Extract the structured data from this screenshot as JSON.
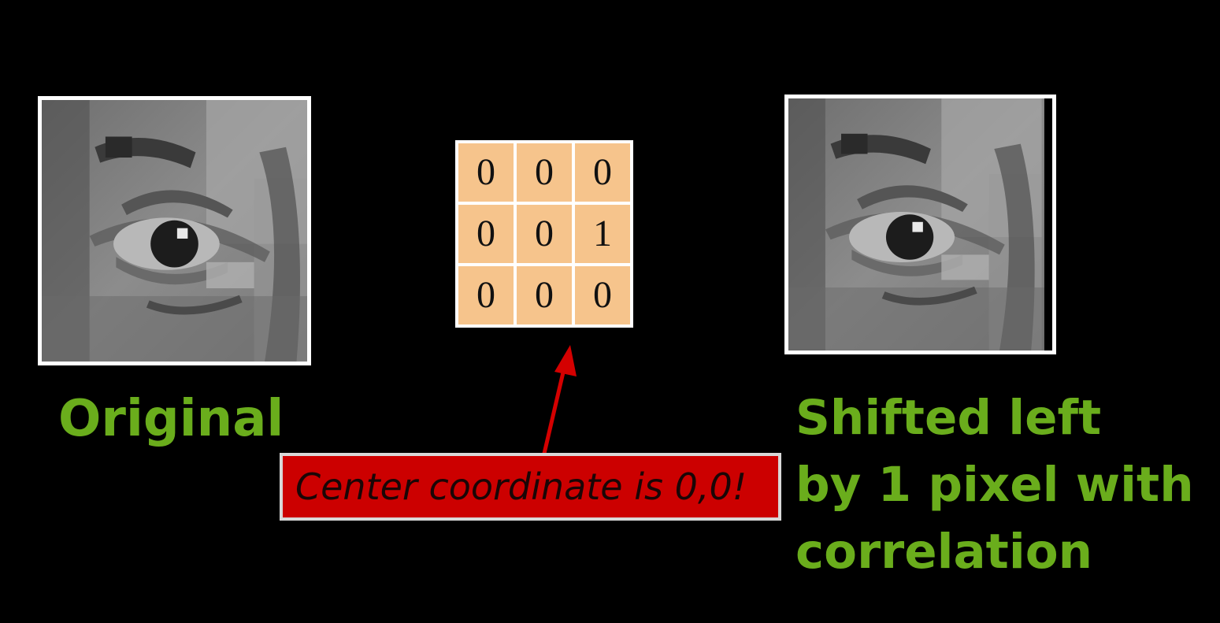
{
  "original": {
    "caption": "Original"
  },
  "kernel": {
    "cells": [
      "0",
      "0",
      "0",
      "0",
      "0",
      "1",
      "0",
      "0",
      "0"
    ]
  },
  "shifted": {
    "caption_lines": [
      "Shifted left",
      "by 1 pixel with",
      "correlation"
    ]
  },
  "callout": {
    "text": "Center coordinate is 0,0!"
  },
  "colors": {
    "background": "#000000",
    "caption_green": "#6aad1c",
    "callout_red": "#cc0000",
    "kernel_fill": "#f6c48c",
    "arrow_red": "#d40000"
  }
}
